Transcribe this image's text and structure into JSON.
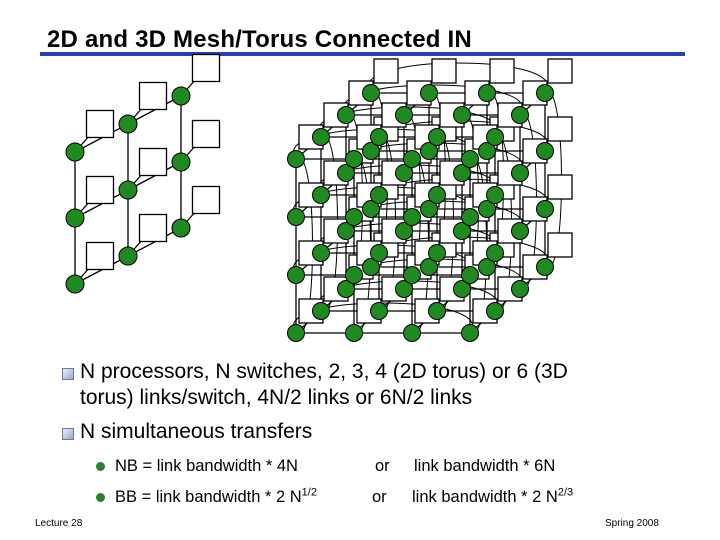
{
  "title": "2D and 3D Mesh/Torus Connected IN",
  "bullets": [
    {
      "line1": "N processors, N switches, 2, 3, 4 (2D torus) or 6 (3D",
      "line2": "torus) links/switch, 4N/2 links or 6N/2 links"
    },
    {
      "line1": "N simultaneous transfers"
    }
  ],
  "sub_bullets": [
    {
      "left": "NB = link bandwidth * 4N",
      "or": "or",
      "right": "link bandwidth * 6N"
    },
    {
      "left_base": "BB = link bandwidth * 2 N",
      "left_exp": "1/2",
      "or": "or",
      "right_base": "link bandwidth * 2 N",
      "right_exp": "2/3"
    }
  ],
  "footer": {
    "left": "Lecture 28",
    "right": "Spring 2008"
  },
  "colors": {
    "node": "#1f8a1f",
    "title_rule": "#2a3fbf"
  }
}
